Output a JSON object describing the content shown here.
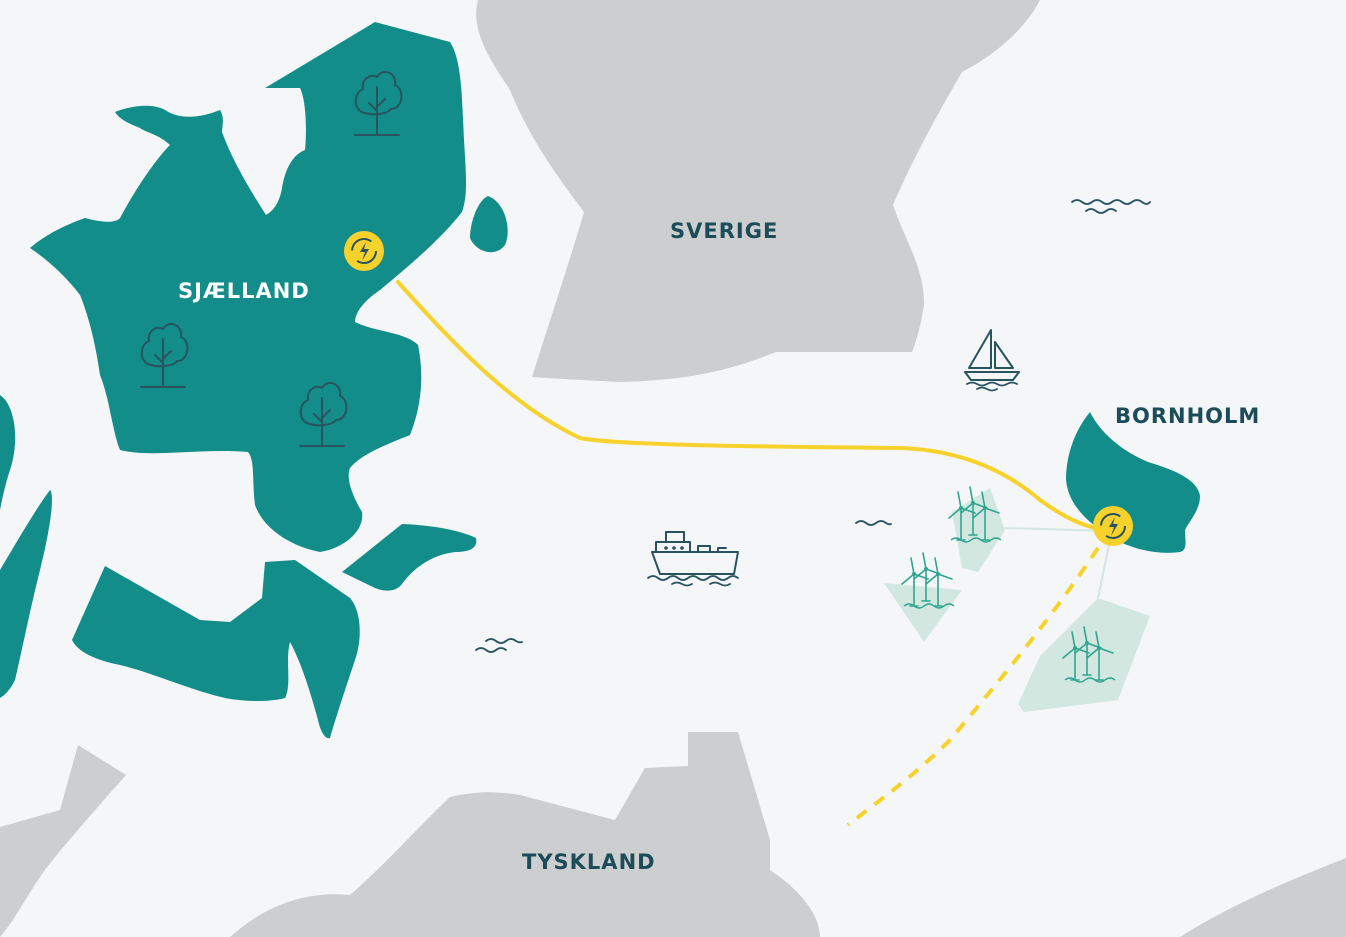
{
  "colors": {
    "sea": "#f5f6f7",
    "denmark": "#138d8a",
    "foreign_land": "#cdcecf",
    "wind_area": "#d3e7e1",
    "cable": "#f8d22c",
    "label_dark": "#1c4c5a",
    "label_light": "#ffffff",
    "icon_dark": "#2a5360",
    "turbine": "#2fa58f"
  },
  "labels": {
    "sjaelland": "SJÆLLAND",
    "sverige": "SVERIGE",
    "bornholm": "BORNHOLM",
    "tyskland": "TYSKLAND"
  },
  "icons": {
    "energy_hub": "lightning-recycle-icon",
    "tree": "tree-icon",
    "ship": "ship-icon",
    "sailboat": "sailboat-icon",
    "wave": "wave-icon",
    "wind_turbine": "wind-turbine-icon"
  }
}
